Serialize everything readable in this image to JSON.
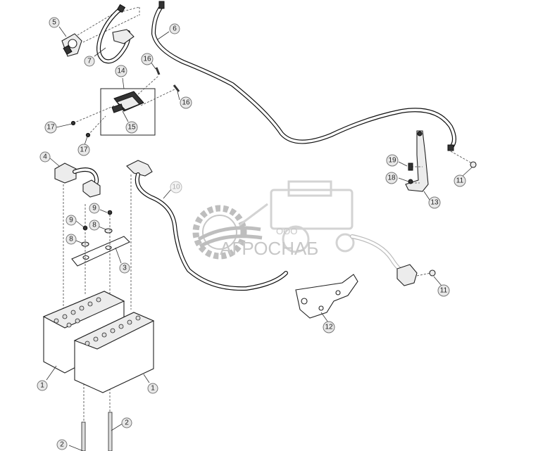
{
  "watermark": {
    "prefix": "ООО",
    "brand": "АГРОСНАБ"
  },
  "callouts": [
    {
      "id": "c5",
      "label": "5"
    },
    {
      "id": "c7",
      "label": "7"
    },
    {
      "id": "c6",
      "label": "6"
    },
    {
      "id": "c14",
      "label": "14"
    },
    {
      "id": "c16a",
      "label": "16"
    },
    {
      "id": "c16b",
      "label": "16"
    },
    {
      "id": "c17a",
      "label": "17"
    },
    {
      "id": "c17b",
      "label": "17"
    },
    {
      "id": "c15",
      "label": "15"
    },
    {
      "id": "c4",
      "label": "4"
    },
    {
      "id": "c10",
      "label": "10"
    },
    {
      "id": "c19",
      "label": "19"
    },
    {
      "id": "c18",
      "label": "18"
    },
    {
      "id": "c13",
      "label": "13"
    },
    {
      "id": "c11a",
      "label": "11"
    },
    {
      "id": "c11b",
      "label": "11"
    },
    {
      "id": "c9a",
      "label": "9"
    },
    {
      "id": "c9b",
      "label": "9"
    },
    {
      "id": "c8a",
      "label": "8"
    },
    {
      "id": "c8b",
      "label": "8"
    },
    {
      "id": "c3",
      "label": "3"
    },
    {
      "id": "c12",
      "label": "12"
    },
    {
      "id": "c1a",
      "label": "1"
    },
    {
      "id": "c1b",
      "label": "1"
    },
    {
      "id": "c2a",
      "label": "2"
    },
    {
      "id": "c2b",
      "label": "2"
    }
  ]
}
